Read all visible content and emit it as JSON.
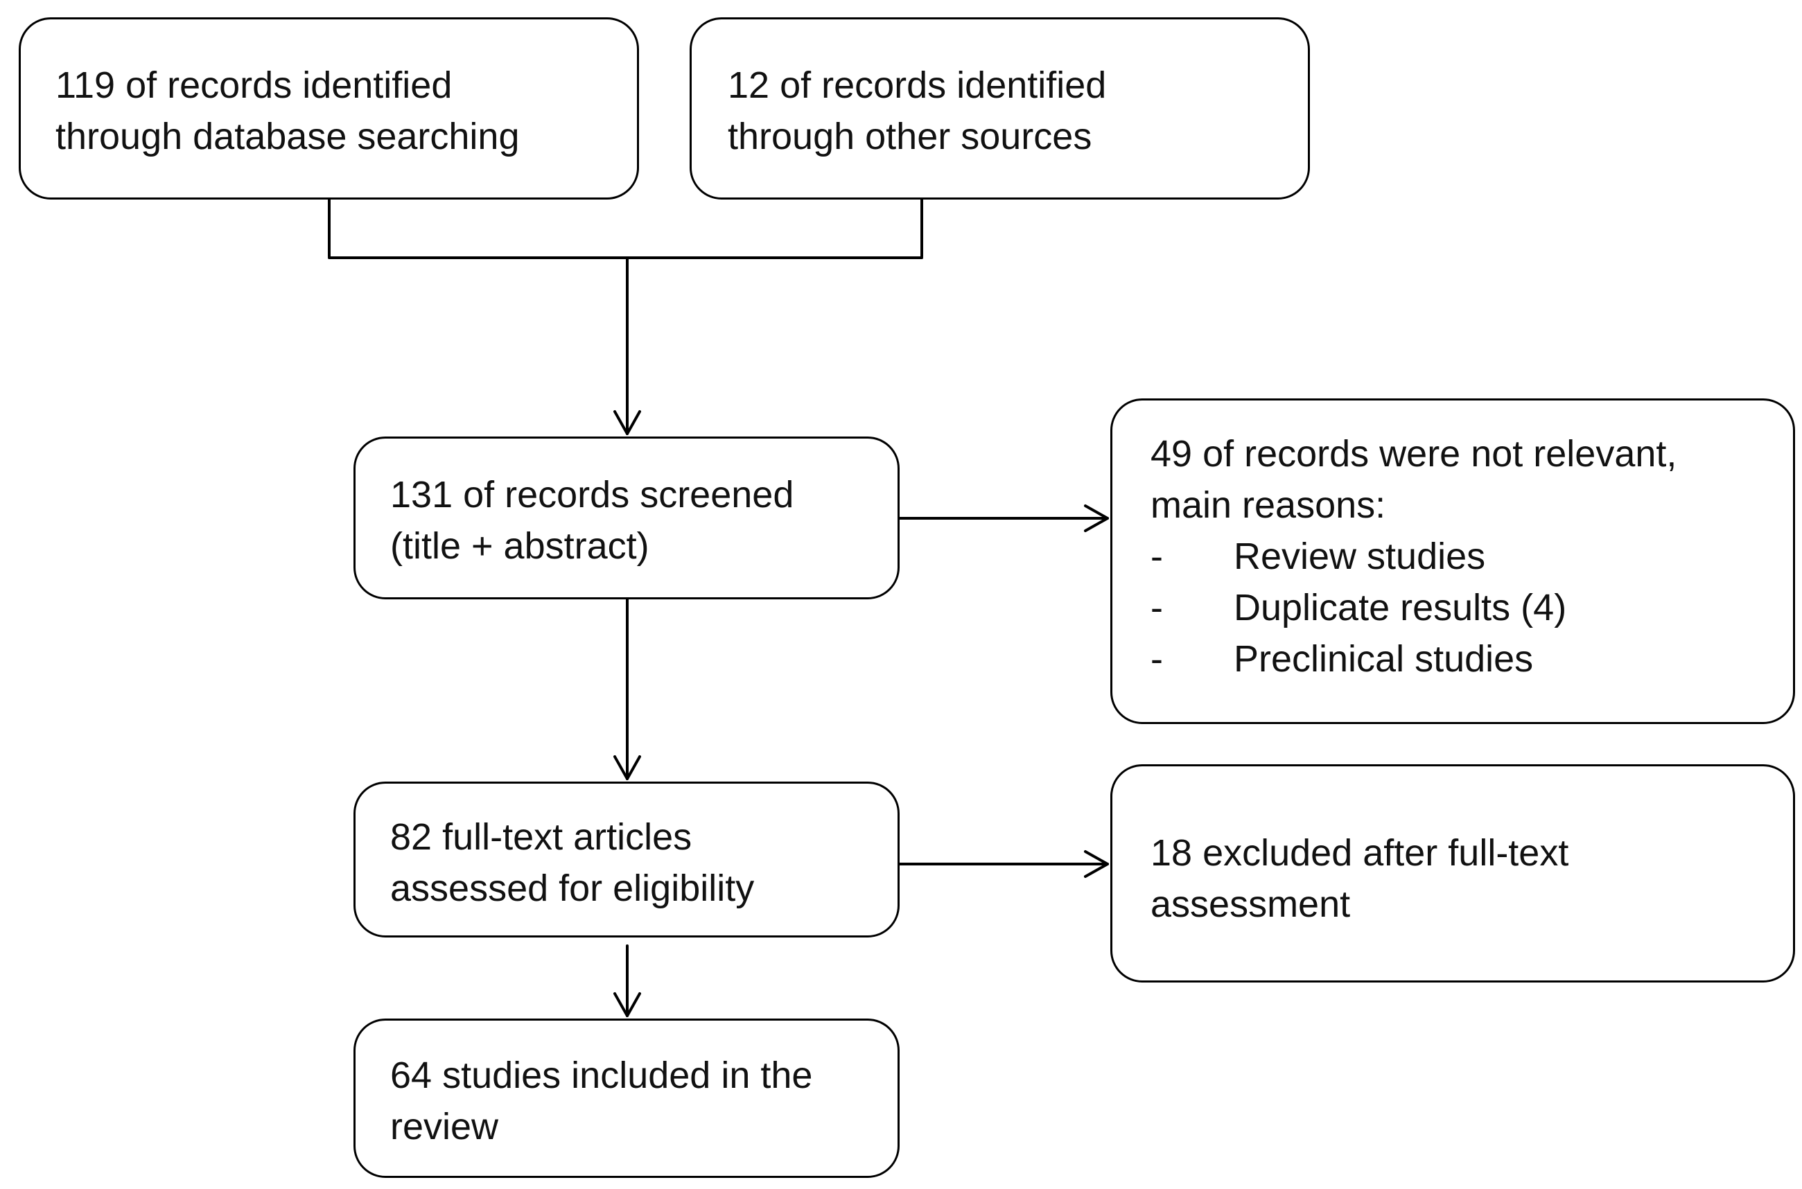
{
  "diagram": {
    "identified_database": {
      "lines": [
        "119 of records identified",
        "through database searching"
      ]
    },
    "identified_other": {
      "lines": [
        "12 of records identified",
        "through other sources"
      ]
    },
    "screened": {
      "lines": [
        "131 of records screened",
        "(title + abstract)"
      ]
    },
    "not_relevant": {
      "lines": [
        "49 of records were not relevant,",
        "main reasons:"
      ],
      "dash": "-",
      "reasons": [
        "Review studies",
        "Duplicate results (4)",
        "Preclinical studies"
      ]
    },
    "full_text": {
      "lines": [
        "82 full-text articles",
        "assessed for eligibility"
      ]
    },
    "excluded": {
      "lines": [
        "18 excluded after full-text",
        "assessment"
      ]
    },
    "included": {
      "lines": [
        "64 studies included in the",
        "review"
      ]
    }
  }
}
